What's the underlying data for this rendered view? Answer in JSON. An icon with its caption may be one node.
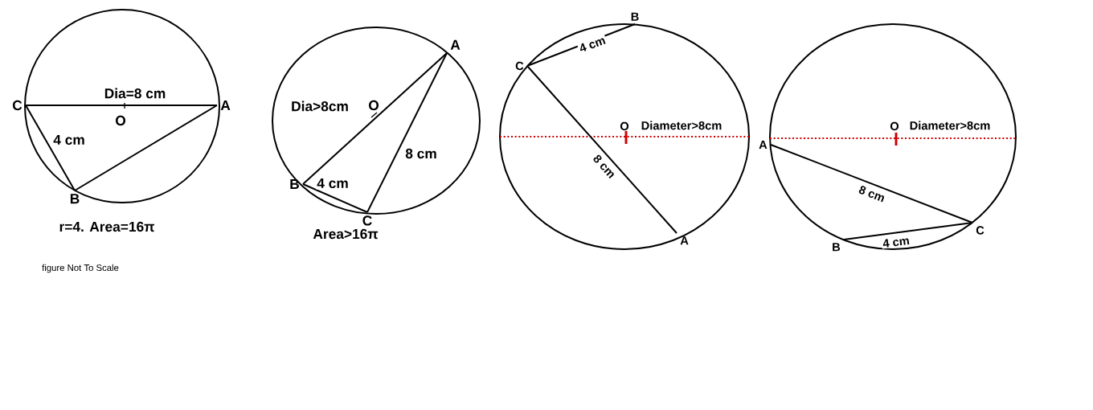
{
  "diagram": {
    "nodes": [
      {
        "text": [
          "C"
        ]
      },
      {
        "text": [
          "A"
        ]
      },
      {
        "text": [
          "B"
        ]
      },
      {
        "text": [
          "A"
        ]
      },
      {
        "text": [
          "B"
        ]
      },
      {
        "text": [
          "C"
        ]
      },
      {
        "text": [
          "B"
        ]
      },
      {
        "text": [
          "C"
        ]
      },
      {
        "text": [
          "A"
        ]
      },
      {
        "text": [
          "A"
        ]
      },
      {
        "text": [
          "C"
        ]
      },
      {
        "text": [
          "B"
        ]
      }
    ],
    "edges": [
      {
        "from": 0,
        "to": 1,
        "arrow": "none",
        "label": "Dia=8 cm"
      },
      {
        "from": 0,
        "to": 2,
        "arrow": "none",
        "label": "4 cm"
      },
      {
        "from": 2,
        "to": 1,
        "arrow": "none"
      },
      {
        "from": 3,
        "to": 4,
        "arrow": "none"
      },
      {
        "from": 4,
        "to": 5,
        "arrow": "none",
        "label": "4 cm"
      },
      {
        "from": 5,
        "to": 3,
        "arrow": "none",
        "label": "8 cm"
      },
      {
        "from": 7,
        "to": 6,
        "arrow": "none",
        "label": "4 cm"
      },
      {
        "from": 7,
        "to": 8,
        "arrow": "none",
        "label": "8 cm"
      },
      {
        "from": 9,
        "to": 10,
        "arrow": "none",
        "label": "8 cm"
      },
      {
        "from": 11,
        "to": 10,
        "arrow": "none",
        "label": "4 cm"
      }
    ],
    "labels": [
      "O",
      "r=4. Area=16π",
      "figure Not To Scale",
      "Dia>8cm",
      "O",
      "Area>16π",
      "O",
      "Diameter>8cm",
      "O",
      "Diameter>8cm"
    ]
  }
}
